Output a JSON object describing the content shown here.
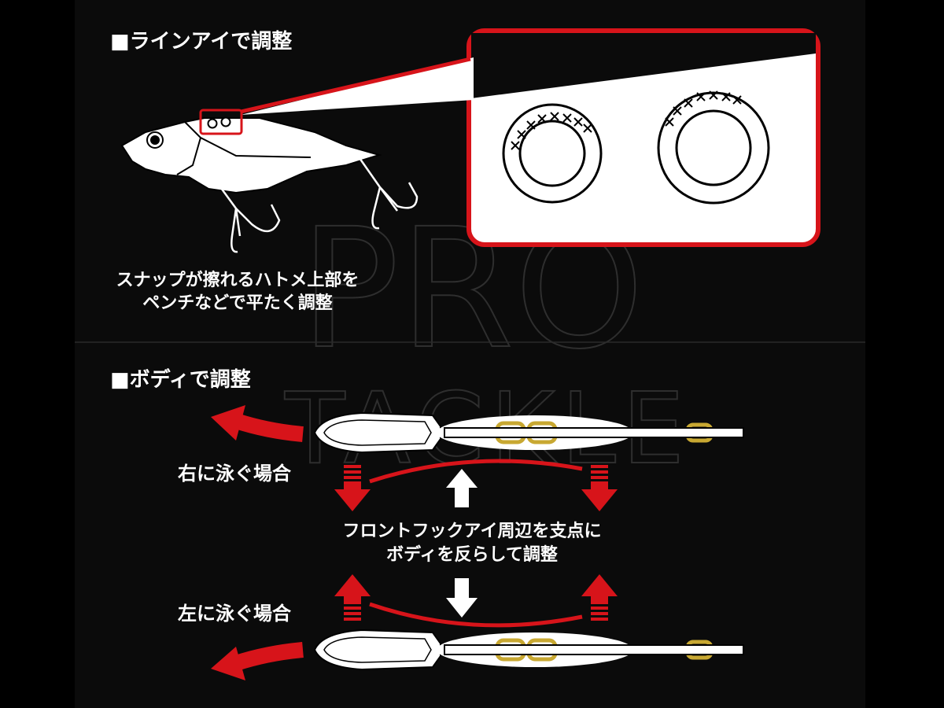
{
  "section_line_eye": {
    "title": "■ラインアイで調整",
    "caption_line1": "スナップが擦れるハトメ上部を",
    "caption_line2": "ペンチなどで平たく調整"
  },
  "section_body": {
    "title": "■ボディで調整",
    "right_label": "右に泳ぐ場合",
    "left_label": "左に泳ぐ場合",
    "center_line1": "フロントフックアイ周辺を支点に",
    "center_line2": "ボディを反らして調整"
  },
  "watermark": {
    "line1": "PRO",
    "line2": "TACKLE"
  },
  "colors": {
    "accent_red": "#d7141a",
    "bead_gold": "#c8a832",
    "background": "#0b0b0b"
  }
}
